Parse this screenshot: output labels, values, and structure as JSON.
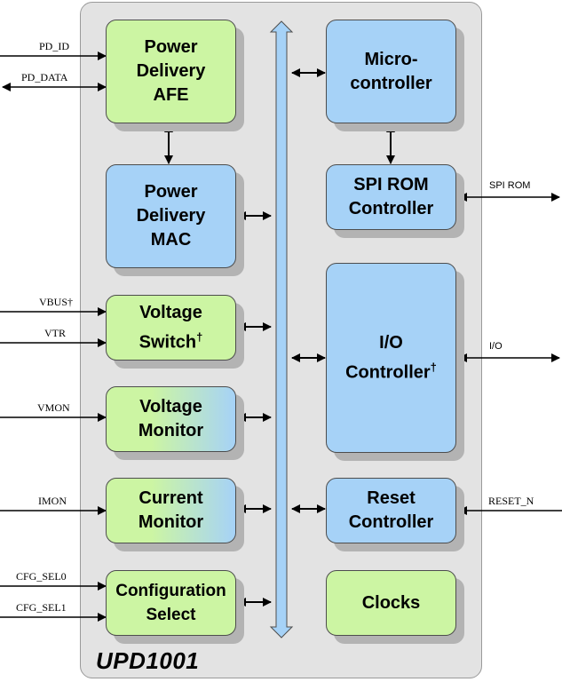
{
  "chip": {
    "name": "UPD1001"
  },
  "blocks": {
    "pd_afe": "Power\nDelivery\nAFE",
    "pd_mac": "Power\nDelivery\nMAC",
    "voltage_switch": "Voltage\nSwitch",
    "voltage_switch_mark": "†",
    "voltage_monitor": "Voltage\nMonitor",
    "current_monitor": "Current\nMonitor",
    "config_select": "Configuration\nSelect",
    "microcontroller": "Micro-\ncontroller",
    "spi_rom_controller": "SPI ROM\nController",
    "io_controller": "I/O\nController",
    "io_controller_mark": "†",
    "reset_controller": "Reset\nController",
    "clocks": "Clocks"
  },
  "signals": {
    "pd_id": "PD_ID",
    "pd_data": "PD_DATA",
    "vbus": "VBUS†",
    "vtr": "VTR",
    "vmon": "VMON",
    "imon": "IMON",
    "cfg_sel0": "CFG_SEL0",
    "cfg_sel1": "CFG_SEL1",
    "spi_rom": "SPI ROM",
    "io": "I/O",
    "reset_n": "RESET_N"
  },
  "colors": {
    "green": "#ccf5a3",
    "blue": "#a6d2f7",
    "bus": "#a6d2f7",
    "chip": "#e3e3e3"
  }
}
